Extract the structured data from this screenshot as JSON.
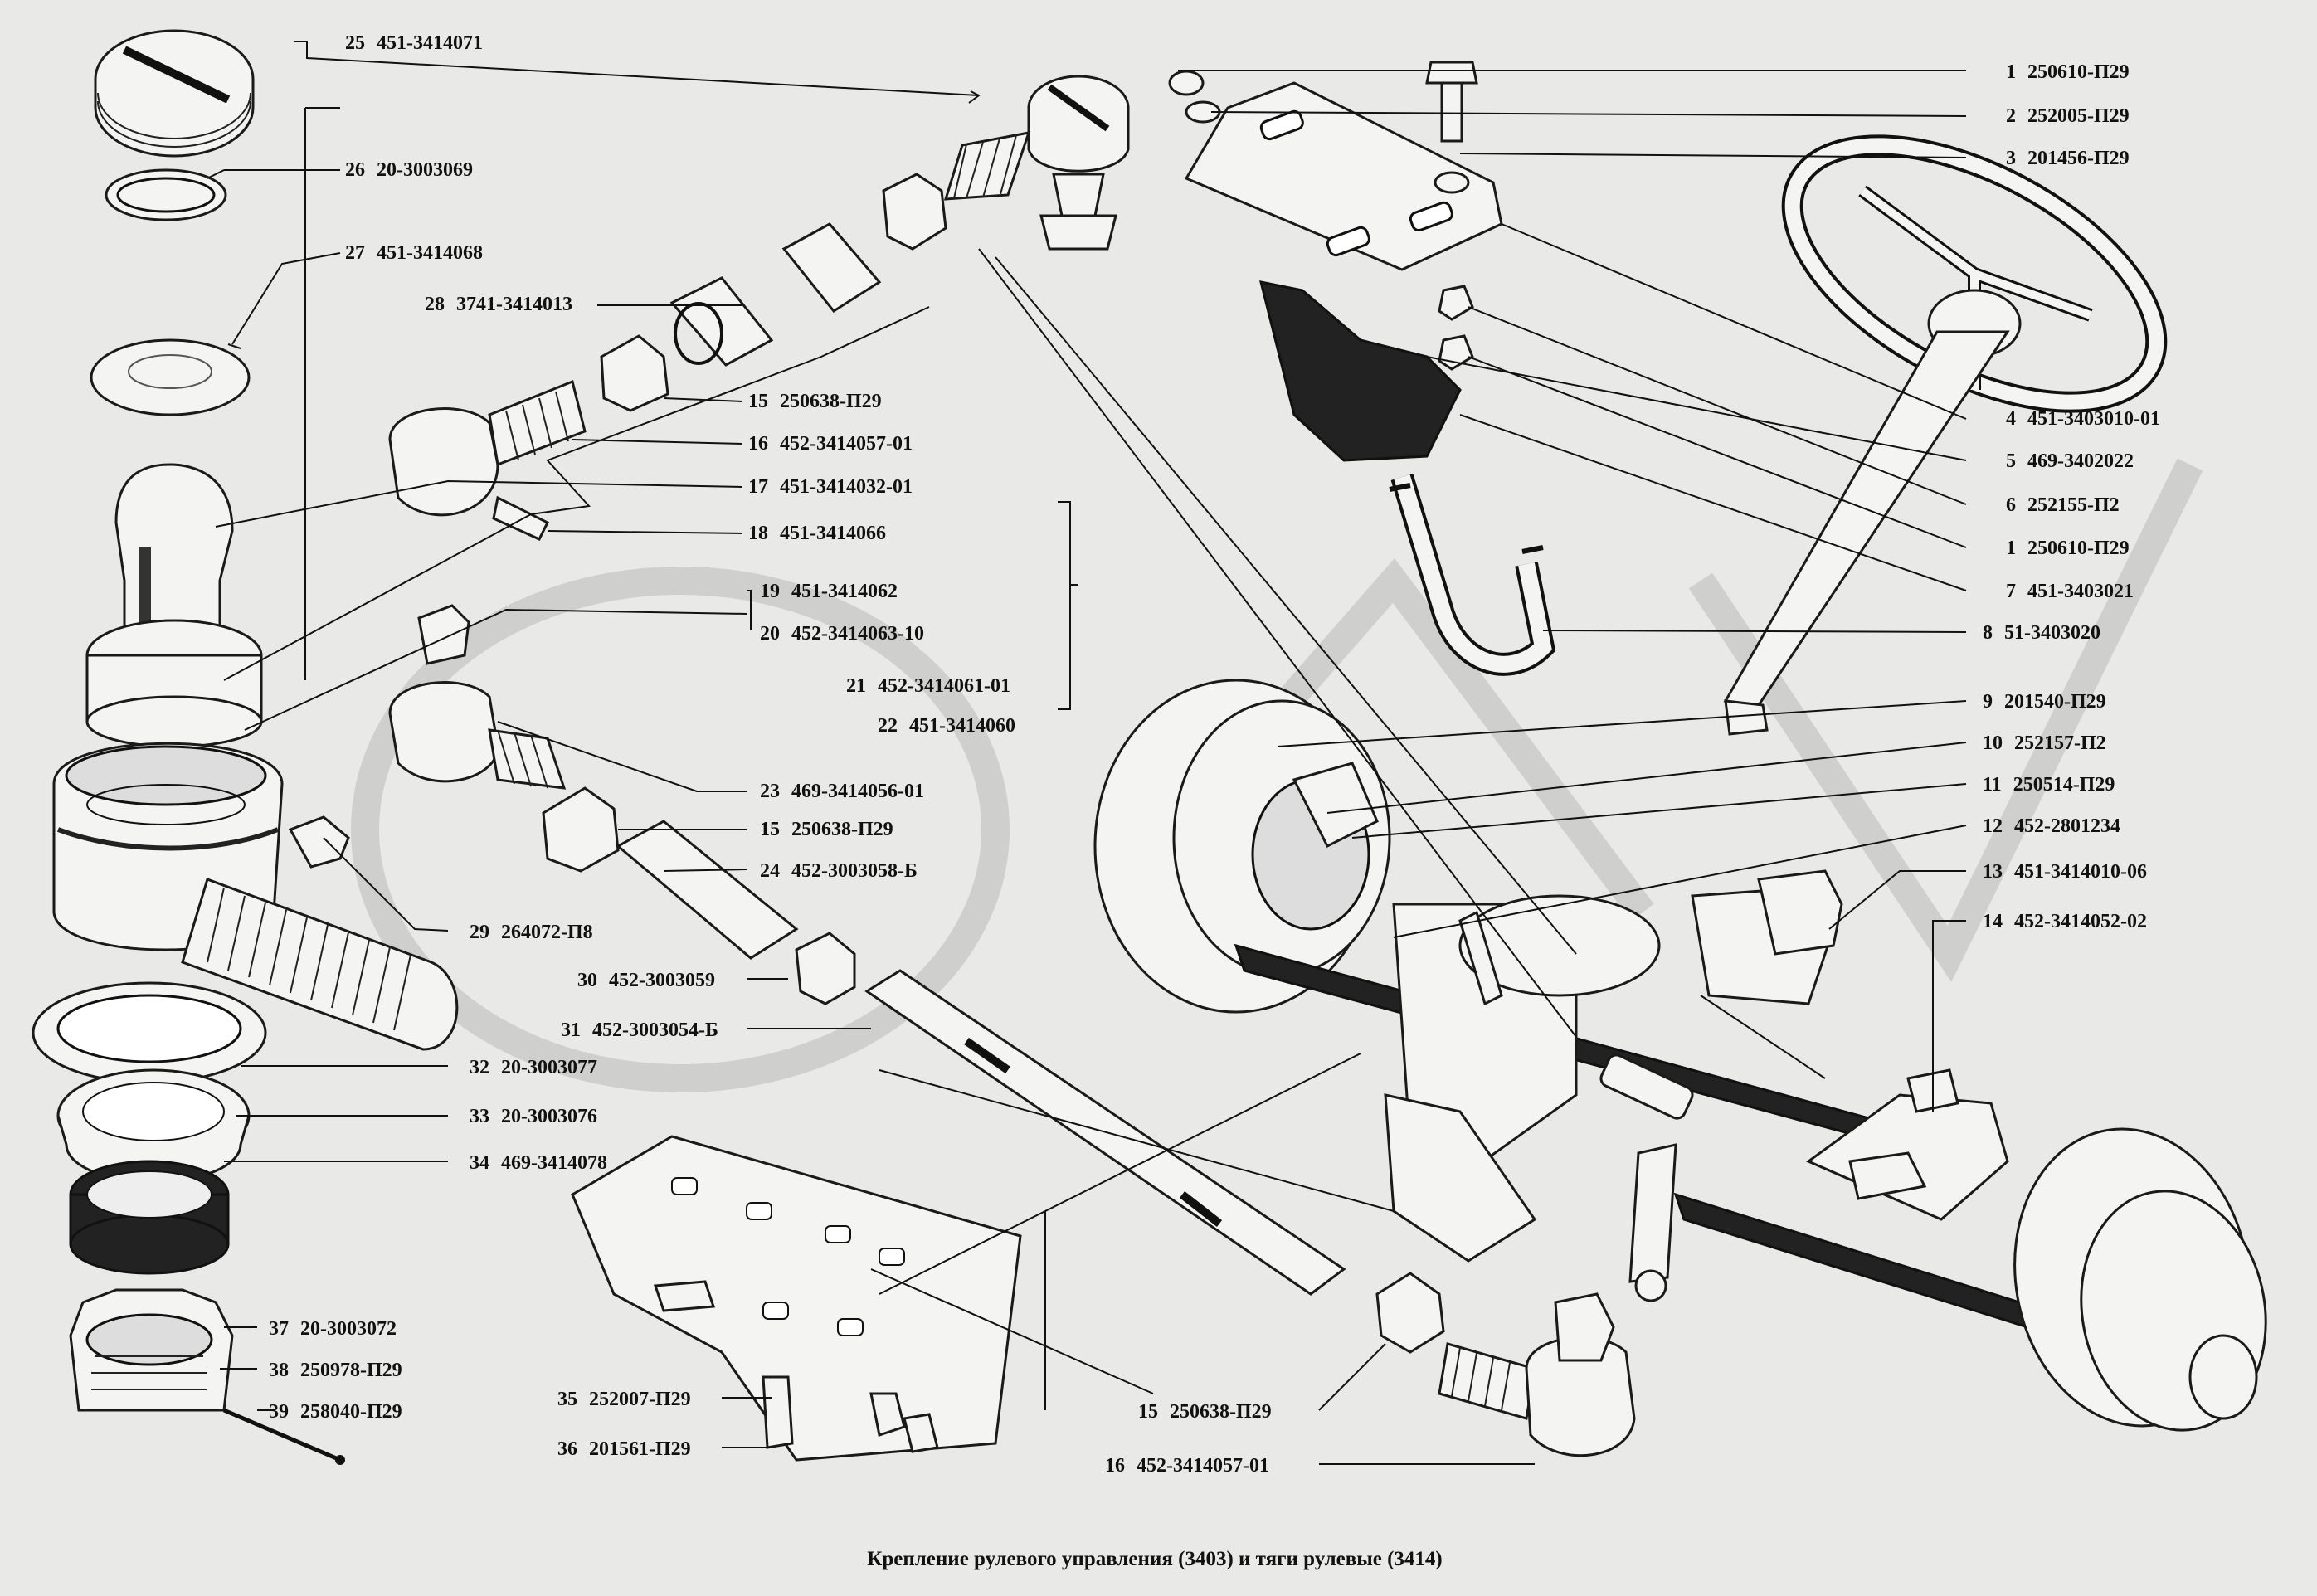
{
  "caption": "Крепление рулевого управления (3403) и тяги рулевые (3414)",
  "callouts": [
    {
      "num": "25",
      "code": "451-3414071"
    },
    {
      "num": "26",
      "code": "20-3003069"
    },
    {
      "num": "27",
      "code": "451-3414068"
    },
    {
      "num": "28",
      "code": "3741-3414013"
    },
    {
      "num": "15",
      "code": "250638-П29"
    },
    {
      "num": "16",
      "code": "452-3414057-01"
    },
    {
      "num": "17",
      "code": "451-3414032-01"
    },
    {
      "num": "18",
      "code": "451-3414066"
    },
    {
      "num": "19",
      "code": "451-3414062"
    },
    {
      "num": "20",
      "code": "452-3414063-10"
    },
    {
      "num": "21",
      "code": "452-3414061-01"
    },
    {
      "num": "22",
      "code": "451-3414060"
    },
    {
      "num": "23",
      "code": "469-3414056-01"
    },
    {
      "num": "15",
      "code": "250638-П29"
    },
    {
      "num": "24",
      "code": "452-3003058-Б"
    },
    {
      "num": "29",
      "code": "264072-П8"
    },
    {
      "num": "30",
      "code": "452-3003059"
    },
    {
      "num": "31",
      "code": "452-3003054-Б"
    },
    {
      "num": "32",
      "code": "20-3003077"
    },
    {
      "num": "33",
      "code": "20-3003076"
    },
    {
      "num": "34",
      "code": "469-3414078"
    },
    {
      "num": "37",
      "code": "20-3003072"
    },
    {
      "num": "38",
      "code": "250978-П29"
    },
    {
      "num": "39",
      "code": "258040-П29"
    },
    {
      "num": "35",
      "code": "252007-П29"
    },
    {
      "num": "36",
      "code": "201561-П29"
    },
    {
      "num": "15",
      "code": "250638-П29"
    },
    {
      "num": "16",
      "code": "452-3414057-01"
    },
    {
      "num": "1",
      "code": "250610-П29"
    },
    {
      "num": "2",
      "code": "252005-П29"
    },
    {
      "num": "3",
      "code": "201456-П29"
    },
    {
      "num": "4",
      "code": "451-3403010-01"
    },
    {
      "num": "5",
      "code": "469-3402022"
    },
    {
      "num": "6",
      "code": "252155-П2"
    },
    {
      "num": "1",
      "code": "250610-П29"
    },
    {
      "num": "7",
      "code": "451-3403021"
    },
    {
      "num": "8",
      "code": "51-3403020"
    },
    {
      "num": "9",
      "code": "201540-П29"
    },
    {
      "num": "10",
      "code": "252157-П2"
    },
    {
      "num": "11",
      "code": "250514-П29"
    },
    {
      "num": "12",
      "code": "452-2801234"
    },
    {
      "num": "13",
      "code": "451-3414010-06"
    },
    {
      "num": "14",
      "code": "452-3414052-02"
    }
  ]
}
